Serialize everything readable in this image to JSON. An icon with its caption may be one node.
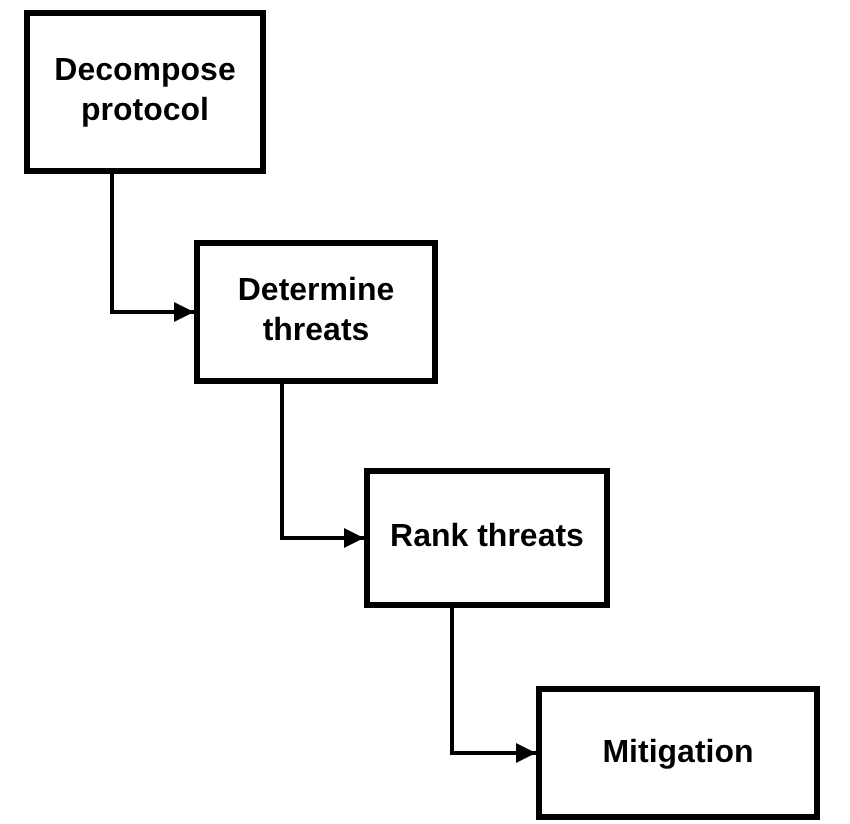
{
  "diagram": {
    "nodes": [
      {
        "text": [
          "Decompose protocol"
        ]
      },
      {
        "text": [
          "Determine threats"
        ]
      },
      {
        "text": [
          "Rank threats"
        ]
      },
      {
        "text": [
          "Mitigation"
        ]
      }
    ],
    "edges": [
      {
        "from": 0,
        "to": 1,
        "arrow": "to"
      },
      {
        "from": 1,
        "to": 2,
        "arrow": "to"
      },
      {
        "from": 2,
        "to": 3,
        "arrow": "to"
      }
    ]
  }
}
